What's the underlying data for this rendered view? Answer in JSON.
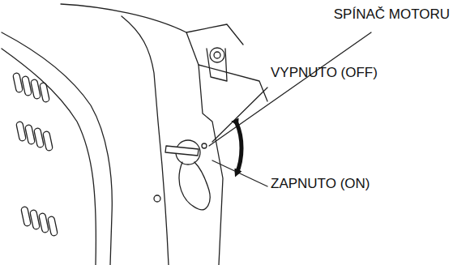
{
  "diagram": {
    "labels": [
      "SPÍNAČ MOTORU",
      "VYPNUTO (OFF)",
      "ZAPNUTO (ON)"
    ]
  }
}
